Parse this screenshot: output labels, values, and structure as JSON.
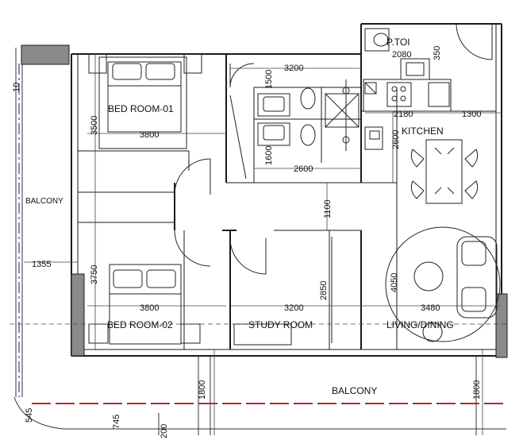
{
  "rooms": {
    "bed1": "BED ROOM-01",
    "bed2": "BED ROOM-02",
    "study": "STUDY ROOM",
    "living": "LIVING/DINING",
    "kitchen": "KITCHEN",
    "ptoi": "P.TOI",
    "balcony_left": "BALCONY",
    "balcony_bottom": "BALCONY"
  },
  "dimensions": {
    "d3200_top": "3200",
    "d2080": "2080",
    "d350": "350",
    "d1500": "1500",
    "d2180": "2180",
    "d1300": "1300",
    "d3500": "3500",
    "d3800_top": "3800",
    "d1600": "1600",
    "d2600_h": "2600",
    "d2600_v": "2600",
    "d1100": "1100",
    "d1355": "1355",
    "d3750": "3750",
    "d4050": "4050",
    "d2850": "2850",
    "d3800_bottom": "3800",
    "d3200_bottom": "3200",
    "d3480": "3480",
    "d1800_left": "1800",
    "d1800_right": "1800",
    "d545": "545",
    "d745": "745",
    "d200": "200",
    "d10": "10"
  },
  "colors": {
    "wall": "#1a1a1a",
    "line": "#333333",
    "dash_red": "#cc2222",
    "dash_blue": "#2a3fb0",
    "fill_grey": "#8a8a8a"
  }
}
